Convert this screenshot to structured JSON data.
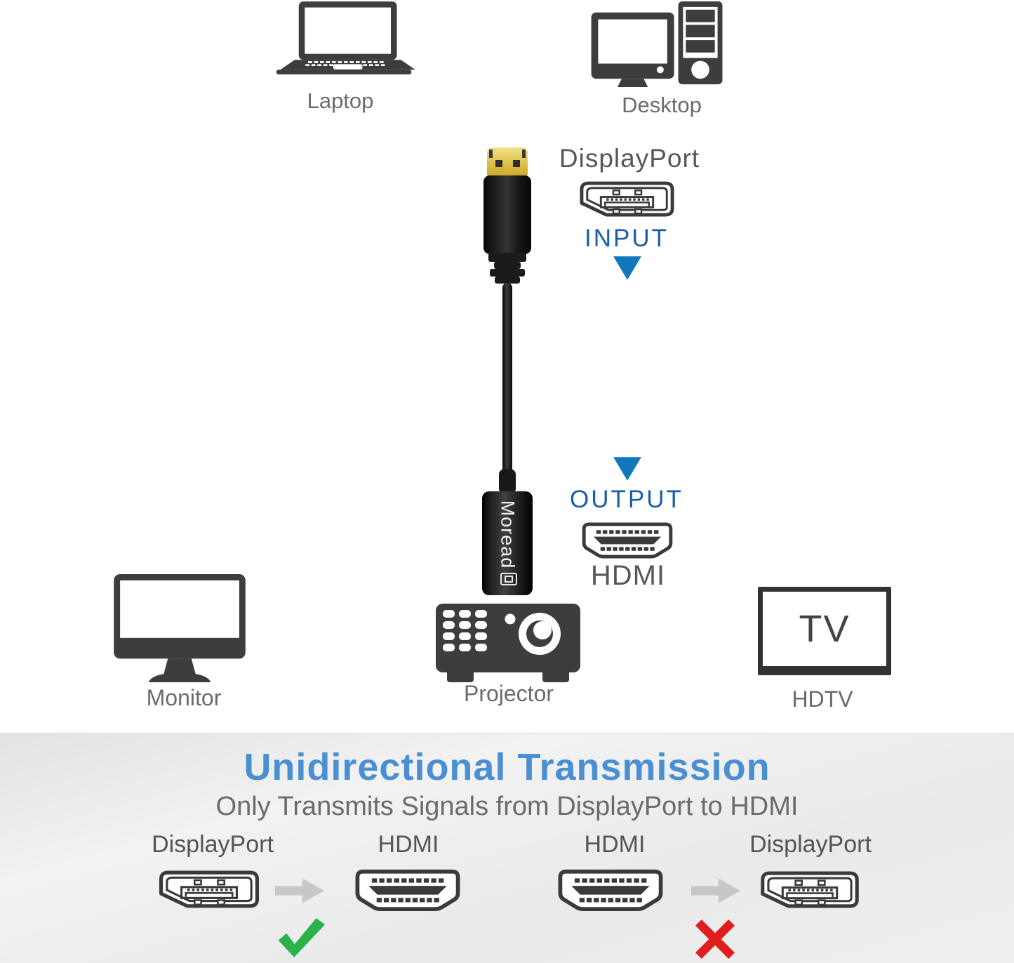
{
  "colors": {
    "heading_blue": "#4a8fd2",
    "direction_blue": "#1b5fa8",
    "arrow_blue": "#1277bd",
    "label_gray": "#6b6b6b",
    "icon_dark": "#3d3d3d",
    "check_green": "#2cb24b",
    "cross_red": "#e01e1e",
    "connector_gold": "#ddbe45",
    "banner_bg": "#ececec"
  },
  "icons": {
    "laptop-icon": "laptop device silhouette",
    "desktop-icon": "monitor with tower silhouette",
    "monitor-icon": "desktop monitor silhouette",
    "projector-icon": "projector silhouette",
    "tv-icon": "tv screen outline",
    "displayport-port-icon": "DisplayPort socket outline",
    "hdmi-port-icon": "HDMI socket outline",
    "down-arrow-icon": "blue downward triangle",
    "right-arrow-icon": "gray right arrow",
    "check-icon": "green checkmark",
    "cross-icon": "red x mark",
    "dp-cable-connector": "DisplayPort plug with gold tip",
    "dp-hdmi-adapter": "black adapter body"
  },
  "devices": {
    "laptop": {
      "label": "Laptop"
    },
    "desktop": {
      "label": "Desktop"
    },
    "monitor": {
      "label": "Monitor"
    },
    "projector": {
      "label": "Projector"
    },
    "hdtv": {
      "label": "HDTV",
      "screen_text": "TV"
    }
  },
  "adapter": {
    "brand": "Moread",
    "input_port": {
      "name": "DisplayPort",
      "direction": "INPUT"
    },
    "output_port": {
      "name": "HDMI",
      "direction": "OUTPUT"
    }
  },
  "banner": {
    "title": "Unidirectional Transmission",
    "subtitle": "Only Transmits Signals from DisplayPort to HDMI",
    "flows": [
      {
        "from": "DisplayPort",
        "to": "HDMI",
        "allowed": "yes"
      },
      {
        "from": "HDMI",
        "to": "DisplayPort",
        "allowed": "no"
      }
    ]
  }
}
